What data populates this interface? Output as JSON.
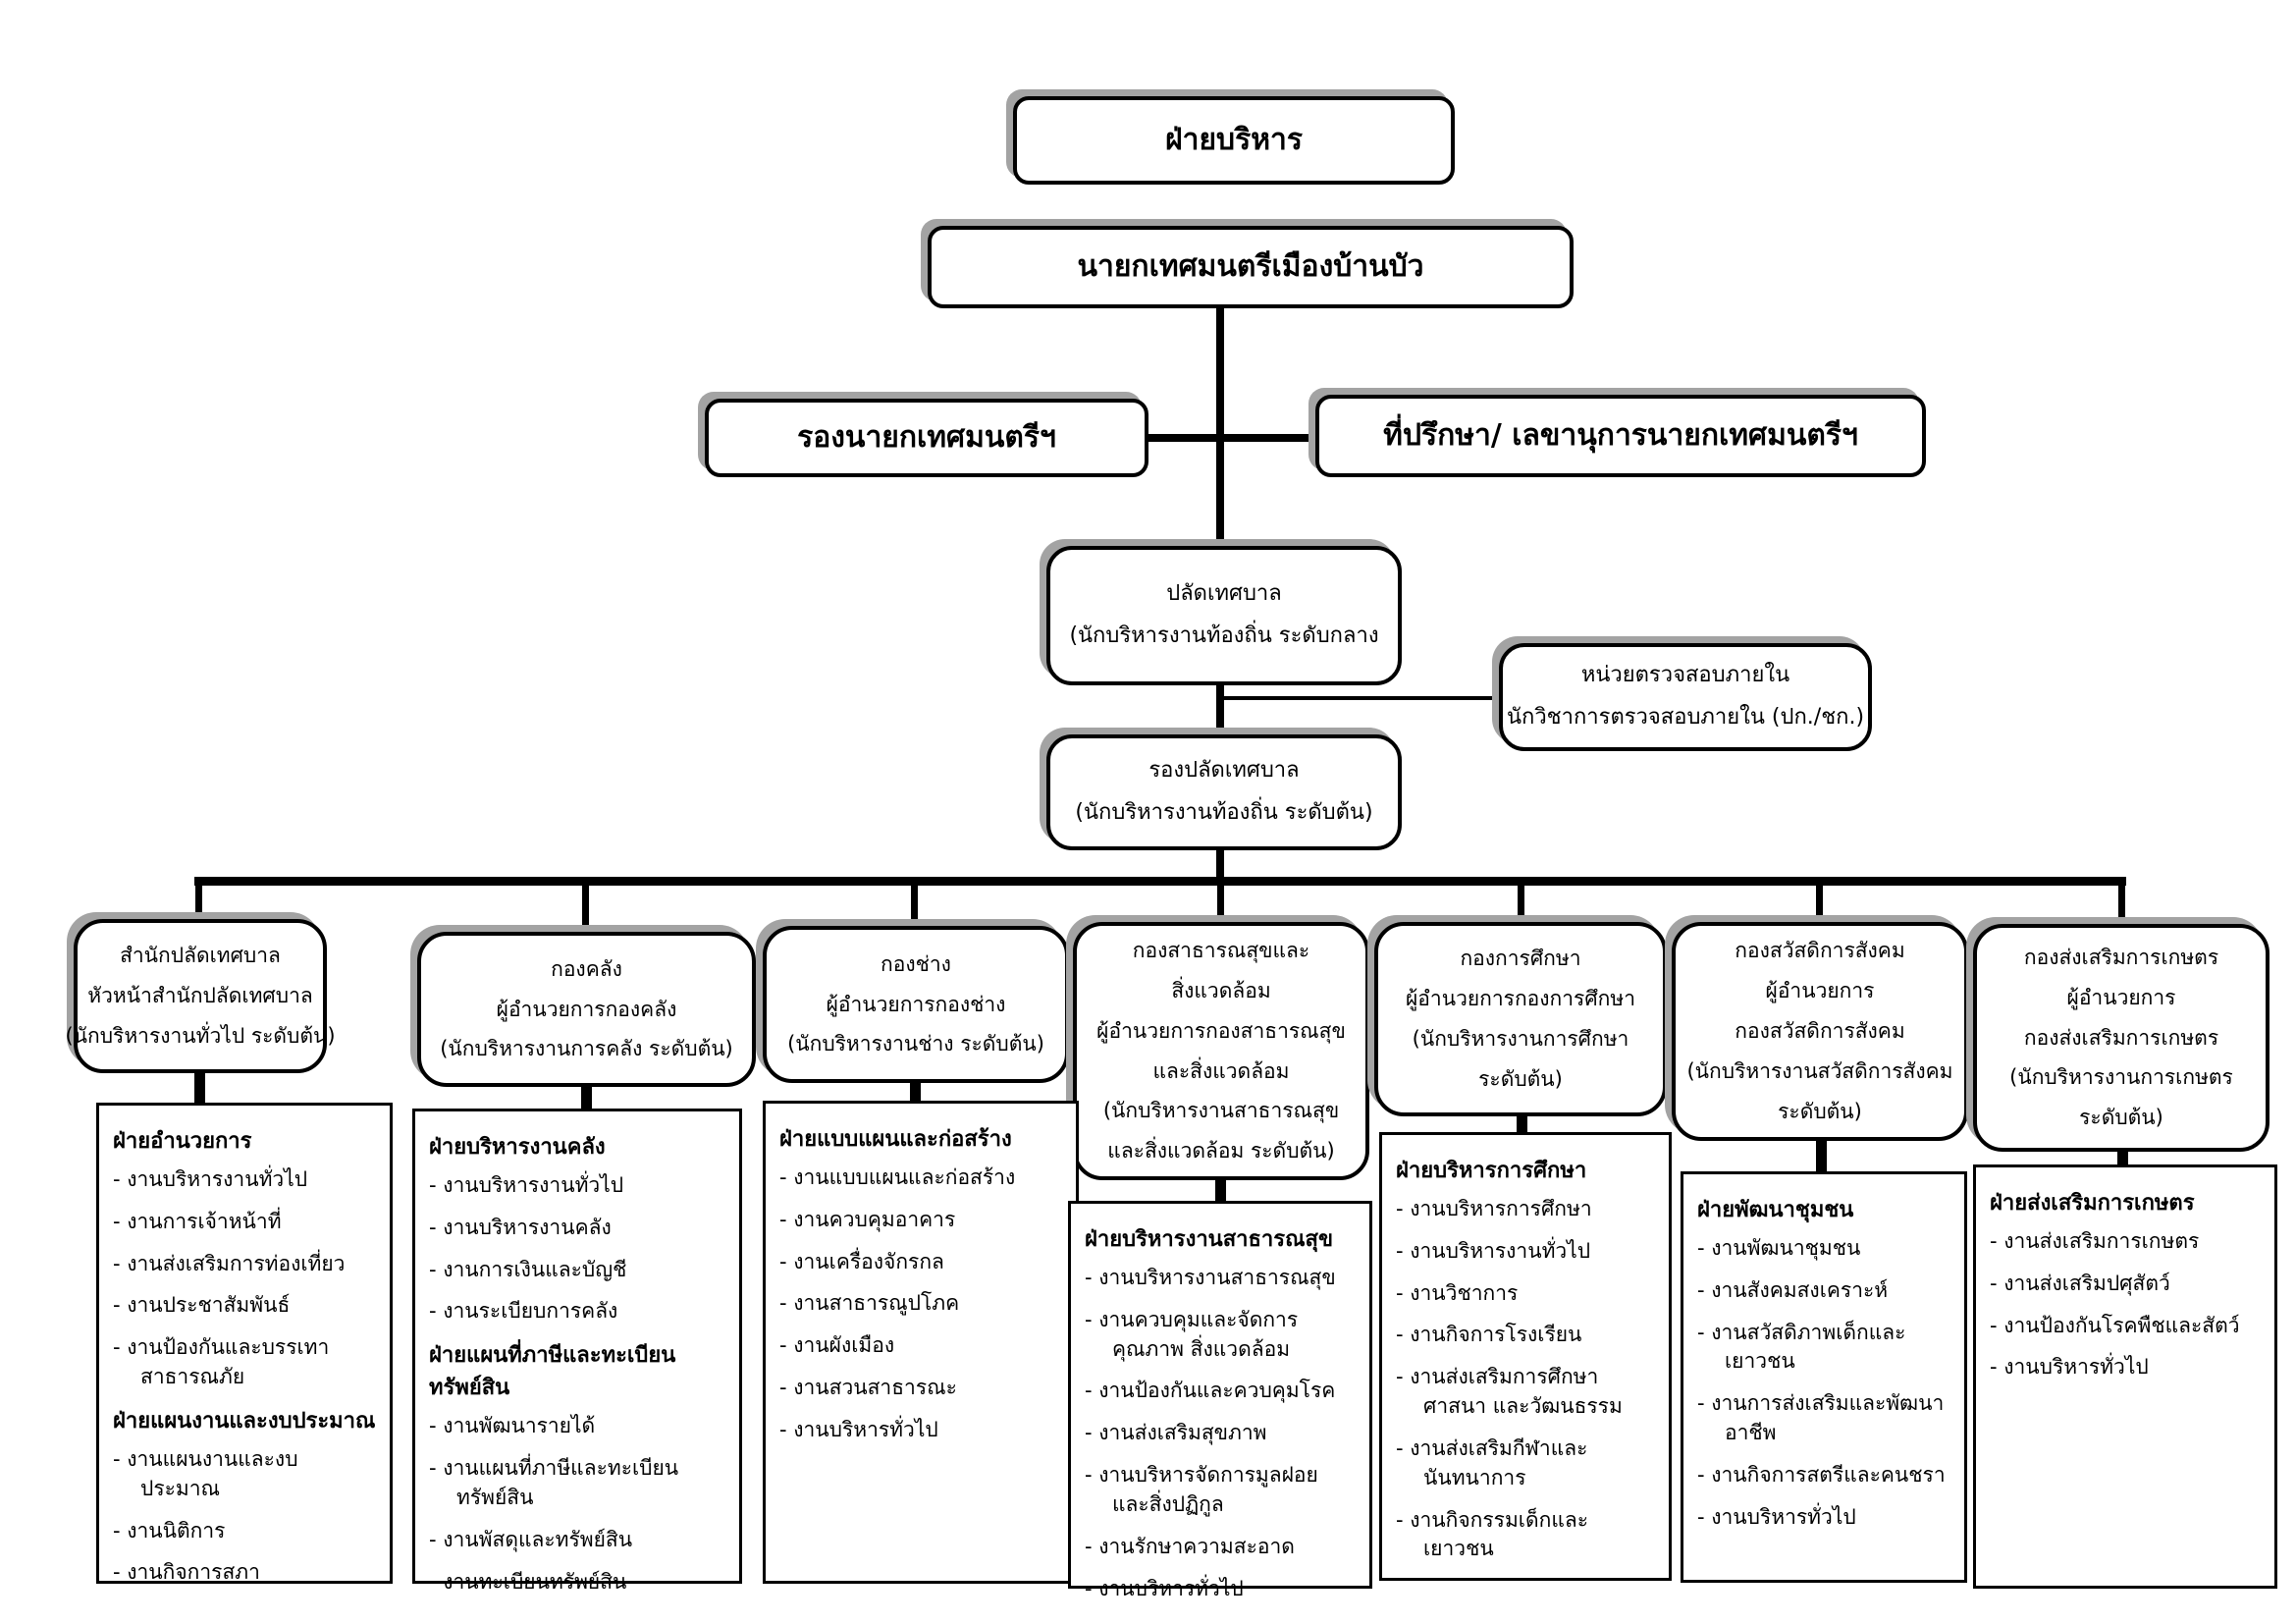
{
  "colors": {
    "line": "#000000",
    "shadow": "#a3a3a3",
    "background": "#ffffff"
  },
  "org_chart": {
    "executive": "ฝ่ายบริหาร",
    "mayor": "นายกเทศมนตรีเมืองบ้านบัว",
    "deputy_mayor": "รองนายกเทศมนตรีฯ",
    "advisor_secretary": "ที่ปรึกษา/ เลขานุการนายกเทศมนตรีฯ",
    "municipal_clerk_lines": [
      "ปลัดเทศบาล",
      "(นักบริหารงานท้องถิ่น ระดับกลาง"
    ],
    "internal_audit_lines": [
      "หน่วยตรวจสอบภายใน",
      "นักวิชาการตรวจสอบภายใน (ปก./ชก.)"
    ],
    "deputy_clerk_lines": [
      "รองปลัดเทศบาล",
      "(นักบริหารงานท้องถิ่น ระดับต้น)"
    ],
    "departments": [
      {
        "header_lines": [
          "สำนักปลัดเทศบาล",
          "หัวหน้าสำนักปลัดเทศบาล",
          "(นักบริหารงานทั่วไป ระดับต้น)"
        ],
        "sections": [
          {
            "title": "ฝ่ายอำนวยการ",
            "items": [
              "- งานบริหารงานทั่วไป",
              "- งานการเจ้าหน้าที่",
              "- งานส่งเสริมการท่องเที่ยว",
              "- งานประชาสัมพันธ์",
              "- งานป้องกันและบรรเทาสาธารณภัย"
            ]
          },
          {
            "title": "ฝ่ายแผนงานและงบประมาณ",
            "items": [
              "- งานแผนงานและงบประมาณ",
              "- งานนิติการ",
              "- งานกิจการสภา"
            ]
          }
        ]
      },
      {
        "header_lines": [
          "กองคลัง",
          "ผู้อำนวยการกองคลัง",
          "(นักบริหารงานการคลัง ระดับต้น)"
        ],
        "sections": [
          {
            "title": "ฝ่ายบริหารงานคลัง",
            "items": [
              "- งานบริหารงานทั่วไป",
              "- งานบริหารงานคลัง",
              "- งานการเงินและบัญชี",
              "- งานระเบียบการคลัง"
            ]
          },
          {
            "title": "ฝ่ายแผนที่ภาษีและทะเบียนทรัพย์สิน",
            "items": [
              "- งานพัฒนารายได้",
              "- งานแผนที่ภาษีและทะเบียนทรัพย์สิน",
              "- งานพัสดุและทรัพย์สิน",
              "- งานทะเบียนทรัพย์สิน"
            ]
          }
        ]
      },
      {
        "header_lines": [
          "กองช่าง",
          "ผู้อำนวยการกองช่าง",
          "(นักบริหารงานช่าง ระดับต้น)"
        ],
        "sections": [
          {
            "title": "ฝ่ายแบบแผนและก่อสร้าง",
            "items": [
              "- งานแบบแผนและก่อสร้าง",
              "- งานควบคุมอาคาร",
              "- งานเครื่องจักรกล",
              "- งานสาธารณูปโภค",
              "- งานผังเมือง",
              "- งานสวนสาธารณะ",
              "- งานบริหารทั่วไป"
            ]
          }
        ]
      },
      {
        "header_lines": [
          "กองสาธารณสุขและ",
          "สิ่งแวดล้อม",
          "ผู้อำนวยการกองสาธารณสุข",
          "และสิ่งแวดล้อม",
          "(นักบริหารงานสาธารณสุข",
          "และสิ่งแวดล้อม ระดับต้น)"
        ],
        "sections": [
          {
            "title": "ฝ่ายบริหารงานสาธารณสุข",
            "items": [
              "- งานบริหารงานสาธารณสุข",
              "- งานควบคุมและจัดการคุณภาพ สิ่งแวดล้อม",
              "- งานป้องกันและควบคุมโรค",
              "- งานส่งเสริมสุขภาพ",
              "- งานบริหารจัดการมูลฝอย และสิ่งปฏิกูล",
              "- งานรักษาความสะอาด",
              "- งานบริหารทั่วไป"
            ]
          }
        ]
      },
      {
        "header_lines": [
          "กองการศึกษา",
          "ผู้อำนวยการกองการศึกษา",
          "(นักบริหารงานการศึกษา",
          "ระดับต้น)"
        ],
        "sections": [
          {
            "title": "ฝ่ายบริหารการศึกษา",
            "items": [
              "- งานบริหารการศึกษา",
              "- งานบริหารงานทั่วไป",
              "- งานวิชาการ",
              "- งานกิจการโรงเรียน",
              "- งานส่งเสริมการศึกษา ศาสนา และวัฒนธรรม",
              "- งานส่งเสริมกีฬาและนันทนาการ",
              "- งานกิจกรรมเด็กและเยาวชน"
            ]
          }
        ]
      },
      {
        "header_lines": [
          "กองสวัสดิการสังคม",
          "ผู้อำนวยการ",
          "กองสวัสดิการสังคม",
          "(นักบริหารงานสวัสดิการสังคม",
          "ระดับต้น)"
        ],
        "sections": [
          {
            "title": "ฝ่ายพัฒนาชุมชน",
            "items": [
              "- งานพัฒนาชุมชน",
              "- งานสังคมสงเคราะห์",
              "- งานสวัสดิภาพเด็กและเยาวชน",
              "- งานการส่งเสริมและพัฒนาอาชีพ",
              "- งานกิจการสตรีและคนชรา",
              "-  งานบริหารทั่วไป"
            ]
          }
        ]
      },
      {
        "header_lines": [
          "กองส่งเสริมการเกษตร",
          "ผู้อำนวยการ",
          "กองส่งเสริมการเกษตร",
          "(นักบริหารงานการเกษตร",
          "ระดับต้น)"
        ],
        "sections": [
          {
            "title": "ฝ่ายส่งเสริมการเกษตร",
            "items": [
              "- งานส่งเสริมการเกษตร",
              "- งานส่งเสริมปศุสัตว์",
              "- งานป้องกันโรคพืชและสัตว์",
              "- งานบริหารทั่วไป"
            ]
          }
        ]
      }
    ]
  }
}
